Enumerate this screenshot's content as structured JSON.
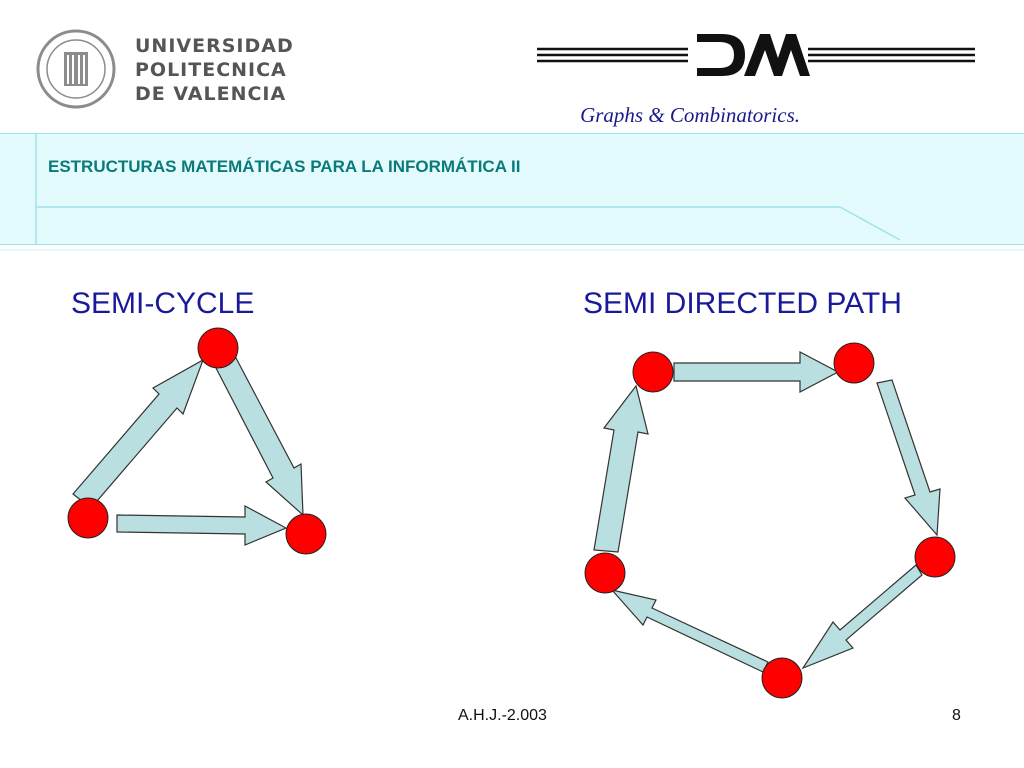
{
  "header": {
    "university_lines": [
      "UNIVERSIDAD",
      "POLITECNICA",
      "DE  VALENCIA"
    ],
    "dma_logo": "DMA",
    "subtitle": "Graphs & Combinatorics."
  },
  "course_title": "ESTRUCTURAS MATEMÁTICAS PARA LA INFORMÁTICA II",
  "diagrams": {
    "left": {
      "heading": "SEMI-CYCLE",
      "nodes": 3,
      "arrows": 3
    },
    "right": {
      "heading": "SEMI DIRECTED PATH",
      "nodes": 5,
      "arrows": 5
    }
  },
  "footer": {
    "author": "A.H.J.-2.003",
    "page_number": "8"
  },
  "colors": {
    "node_fill": "#ff0000",
    "arrow_fill": "#b9dfe0",
    "heading": "#1a1a99",
    "course_title": "#0a7a7a",
    "subtitle": "#1a1a8c",
    "band": "#e4fbfd"
  }
}
